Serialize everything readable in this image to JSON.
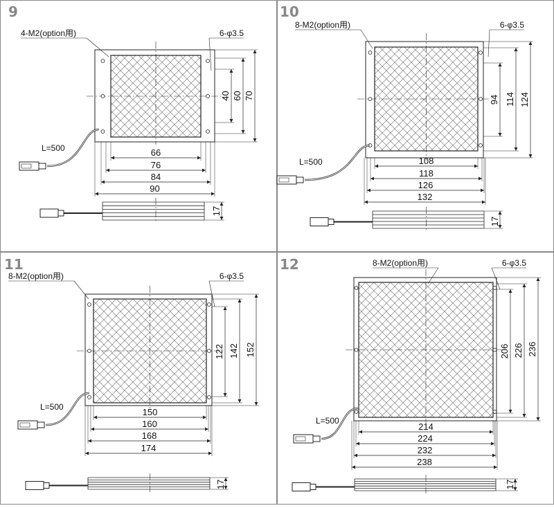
{
  "colors": {
    "line": "#222222",
    "mesh": "#555555",
    "panel_border": "#888888",
    "number": "#888888"
  },
  "panels": [
    {
      "number": "9",
      "mount_label": "4-M2(option用)",
      "hole_label": "6-φ3.5",
      "cable_label": "L=500",
      "width_dims": [
        "66",
        "76",
        "84",
        "90"
      ],
      "height_dims": [
        "40",
        "60",
        "70"
      ],
      "thickness": "17"
    },
    {
      "number": "10",
      "mount_label": "8-M2(option用)",
      "hole_label": "6-φ3.5",
      "cable_label": "L=500",
      "width_dims": [
        "108",
        "118",
        "126",
        "132"
      ],
      "height_dims": [
        "94",
        "114",
        "124"
      ],
      "thickness": "17"
    },
    {
      "number": "11",
      "mount_label": "8-M2(option用)",
      "hole_label": "6-φ3.5",
      "cable_label": "L=500",
      "width_dims": [
        "150",
        "160",
        "168",
        "174"
      ],
      "height_dims": [
        "122",
        "142",
        "152"
      ],
      "thickness": "17"
    },
    {
      "number": "12",
      "mount_label": "8-M2(option用)",
      "hole_label": "6-φ3.5",
      "cable_label": "L=500",
      "width_dims": [
        "214",
        "224",
        "232",
        "238"
      ],
      "height_dims": [
        "206",
        "226",
        "236"
      ],
      "thickness": "17"
    }
  ]
}
